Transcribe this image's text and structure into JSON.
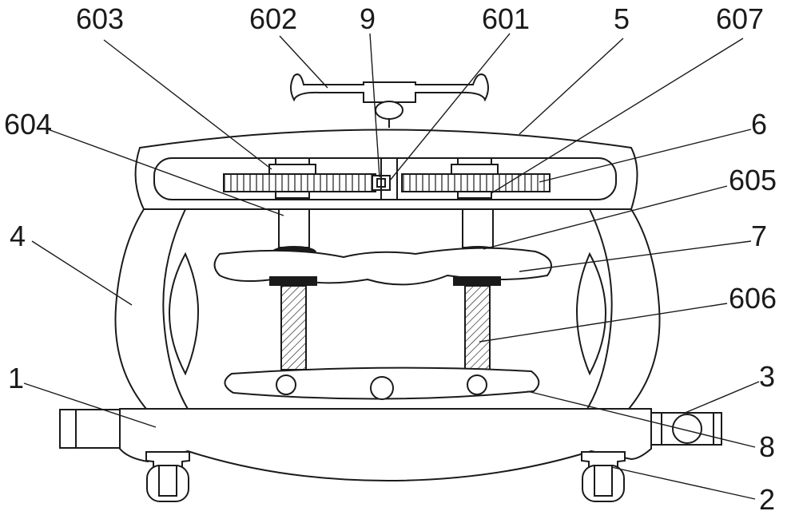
{
  "diagram": {
    "labels": {
      "l1": "1",
      "l2": "2",
      "l3": "3",
      "l4": "4",
      "l5": "5",
      "l6": "6",
      "l7": "7",
      "l8": "8",
      "l9": "9",
      "l601": "601",
      "l602": "602",
      "l603": "603",
      "l604": "604",
      "l605": "605",
      "l606": "606",
      "l607": "607"
    }
  }
}
